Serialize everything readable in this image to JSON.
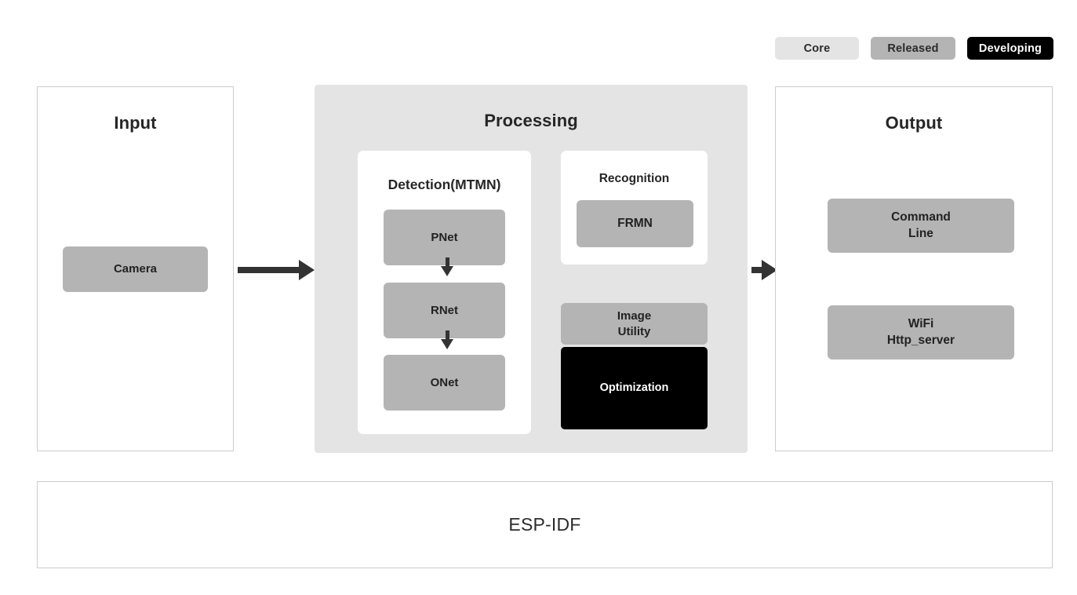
{
  "legend": {
    "items": [
      {
        "label": "Core",
        "bg": "#e4e4e4",
        "fg": "#2b2b2b"
      },
      {
        "label": "Released",
        "bg": "#b4b4b4",
        "fg": "#2b2b2b"
      },
      {
        "label": "Developing",
        "bg": "#000000",
        "fg": "#ffffff"
      }
    ]
  },
  "panels": {
    "input": {
      "title": "Input",
      "nodes": [
        {
          "label": "Camera",
          "status": "Released"
        }
      ]
    },
    "processing": {
      "title": "Processing",
      "detection": {
        "title": "Detection(MTMN)",
        "nodes": [
          {
            "label": "PNet",
            "status": "Released"
          },
          {
            "label": "RNet",
            "status": "Released"
          },
          {
            "label": "ONet",
            "status": "Released"
          }
        ]
      },
      "recognition": {
        "title": "Recognition",
        "nodes": [
          {
            "label": "FRMN",
            "status": "Released"
          }
        ]
      },
      "extras": [
        {
          "label": "Image\nUtility",
          "status": "Released"
        },
        {
          "label": "Optimization",
          "status": "Developing"
        }
      ]
    },
    "output": {
      "title": "Output",
      "nodes": [
        {
          "label": "Command\nLine",
          "status": "Released"
        },
        {
          "label": "WiFi\nHttp_server",
          "status": "Released"
        }
      ]
    },
    "foundation": {
      "label": "ESP-IDF"
    }
  },
  "colors": {
    "core": "#e4e4e4",
    "released": "#b4b4b4",
    "developing": "#000000",
    "panel_border": "#cccccc",
    "processing_bg": "#e4e4e4",
    "arrow": "#333333",
    "text_dark": "#262626",
    "text_light": "#ffffff"
  }
}
